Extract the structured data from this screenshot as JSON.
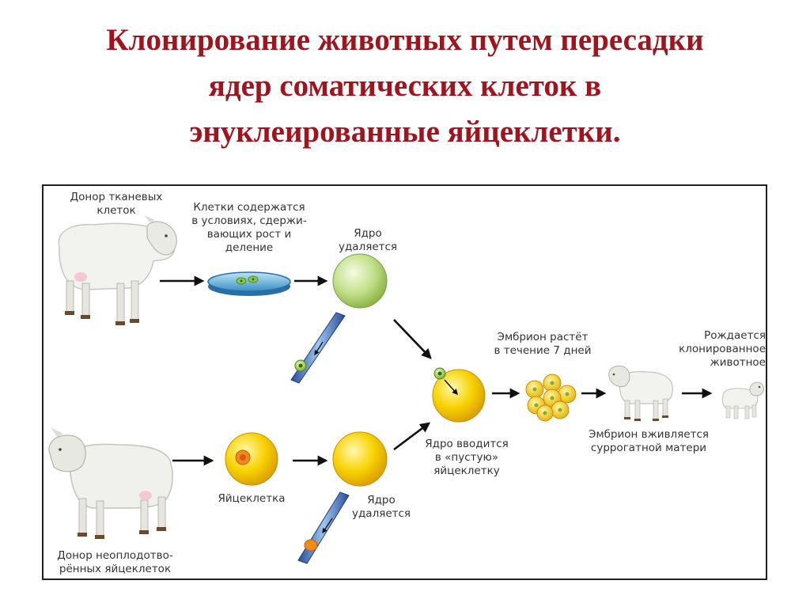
{
  "title": {
    "line1": "Клонирование животных путем пересадки",
    "line2": "ядер соматических клеток в",
    "line3": "энуклеированные яйцеклетки."
  },
  "labels": {
    "donor_tissue": [
      "Донор тканевых",
      "клеток"
    ],
    "cells_kept": [
      "Клетки содержатся",
      "в условиях, сдержи-",
      "вающих рост и",
      "деление"
    ],
    "nucleus_removed_top": [
      "Ядро",
      "удаляется"
    ],
    "embryo_grows": [
      "Эмбрион растёт",
      "в течение 7 дней"
    ],
    "clone_born": [
      "Рождается",
      "клонированное",
      "животное"
    ],
    "nucleus_inserted": [
      "Ядро вводится",
      "в «пустую»",
      "яйцеклетку"
    ],
    "embryo_implanted": [
      "Эмбрион вживляется",
      "суррогатной матери"
    ],
    "egg_cell": "Яйцеклетка",
    "nucleus_removed_bottom": [
      "Ядро",
      "удаляется"
    ],
    "donor_eggs": [
      "Донор неоплодотво-",
      "рённых яйцеклеток"
    ]
  },
  "colors": {
    "title": "#a0141e",
    "egg_yellow": "#f5c400",
    "green_cell": "#a8d060",
    "arrow": "#111111"
  }
}
